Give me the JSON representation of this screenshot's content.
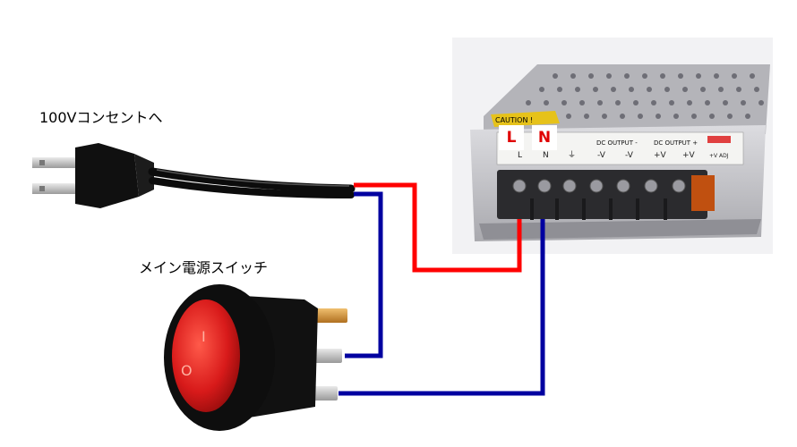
{
  "labels": {
    "plug": "100Vコンセントへ",
    "switch": "メイン電源スイッチ"
  },
  "terminals": {
    "line": "L",
    "neutral": "N"
  },
  "psu_panel": {
    "caution": "CAUTION !",
    "dc_output_minus": "DC OUTPUT -",
    "dc_output_plus": "DC OUTPUT +",
    "terminal_labels": [
      "L",
      "N",
      "⏚",
      "-V",
      "-V",
      "+V",
      "+V",
      "+V ADJ"
    ]
  },
  "switch_marks": {
    "on": "I",
    "off": "O"
  },
  "colors": {
    "live_wire": "#ff0000",
    "neutral_wire": "#0000a0",
    "switch_red": "#d81a1a",
    "psu_metal": "#c8c8cc"
  }
}
